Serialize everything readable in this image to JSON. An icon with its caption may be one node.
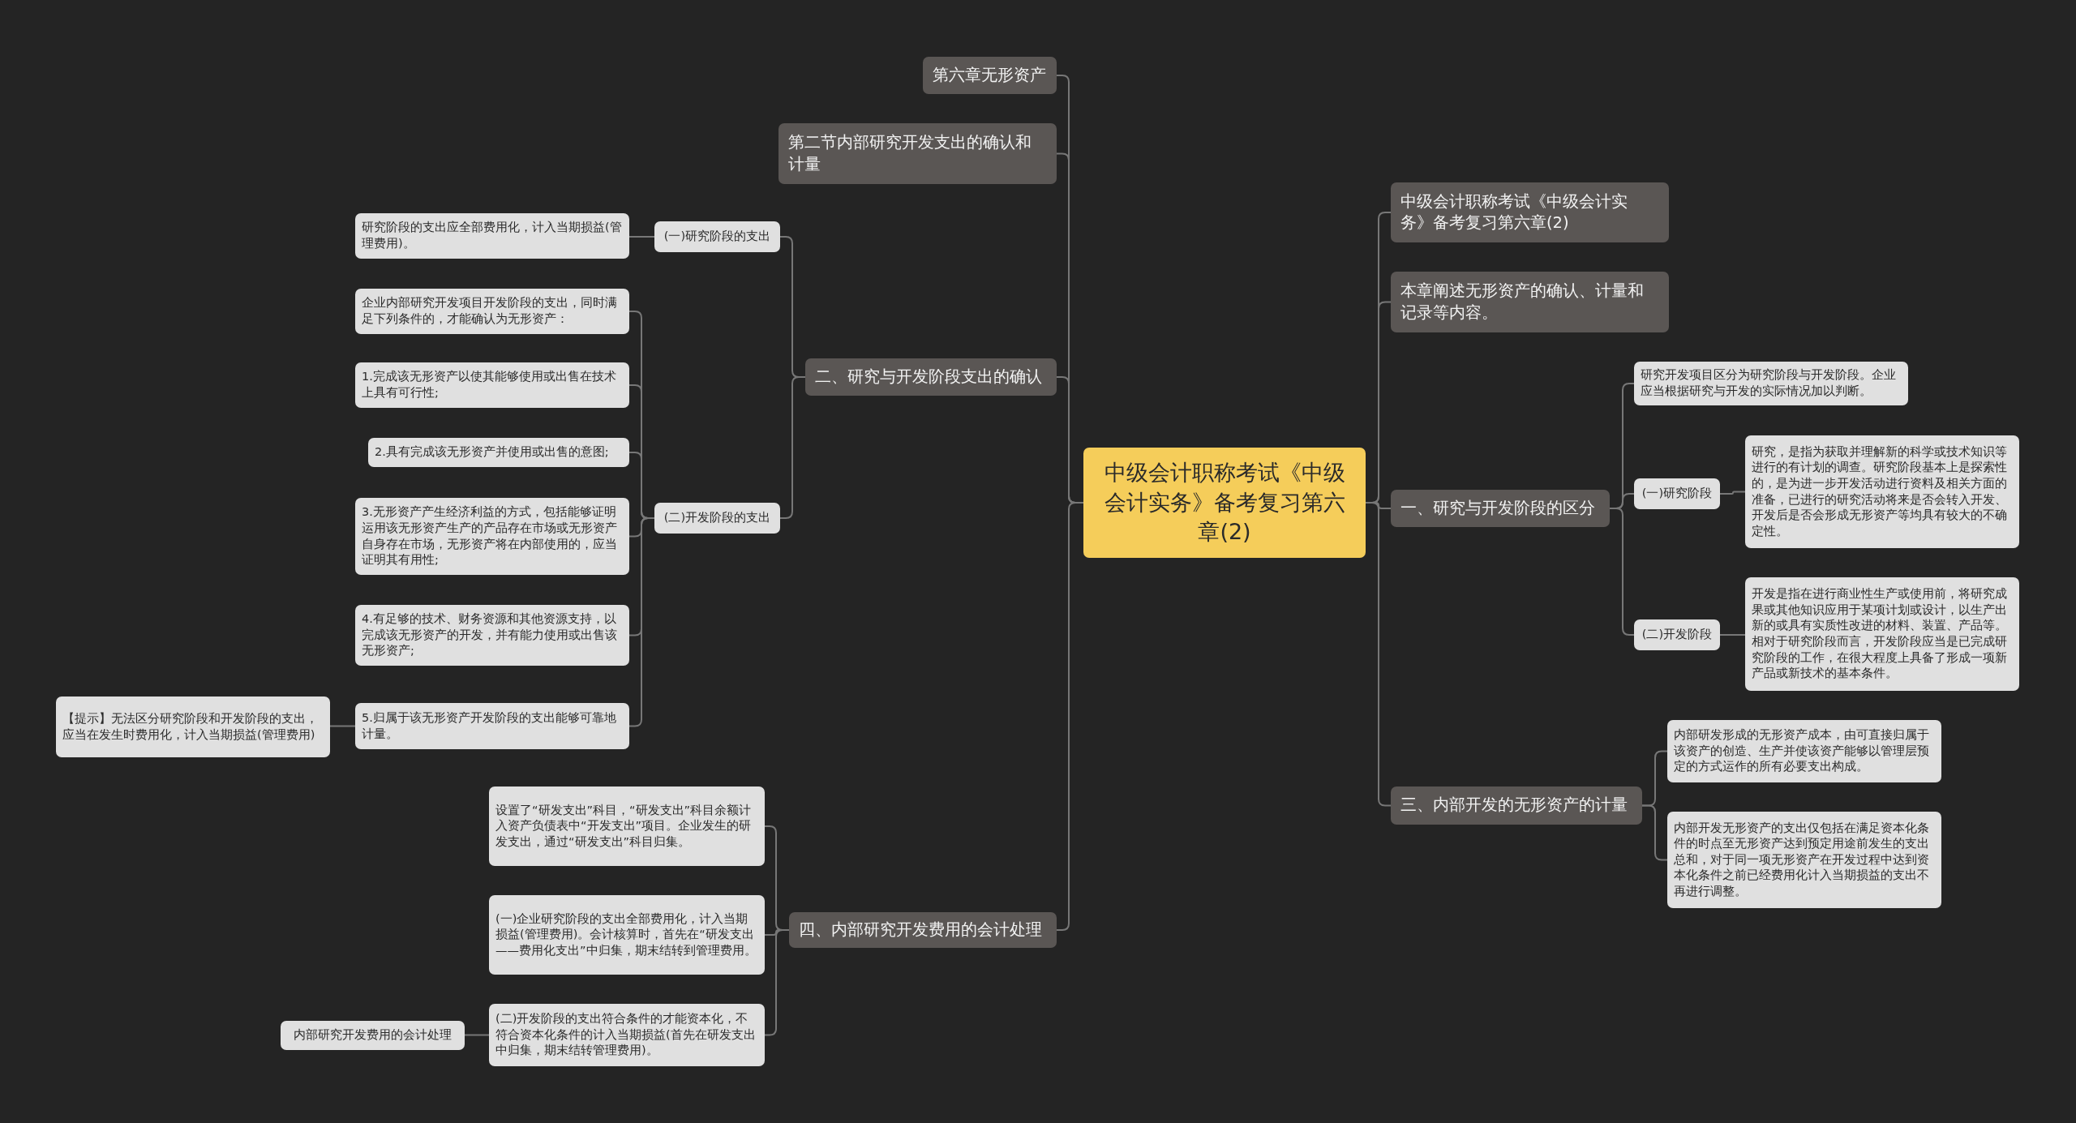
{
  "diagram": {
    "nodes": [
      {
        "text": [
          "中级会计职称考试《中级会计实务》备考复习第六章(2)"
        ]
      },
      {
        "text": [
          "第六章无形资产"
        ]
      },
      {
        "text": [
          "第二节内部研究开发支出的确认和计量"
        ]
      },
      {
        "text": [
          "二、研究与开发阶段支出的确认"
        ]
      },
      {
        "text": [
          "(一)研究阶段的支出"
        ]
      },
      {
        "text": [
          "研究阶段的支出应全部费用化，计入当期损益(管理费用)。"
        ]
      },
      {
        "text": [
          "(二)开发阶段的支出"
        ]
      },
      {
        "text": [
          "企业内部研究开发项目开发阶段的支出，同时满足下列条件的，才能确认为无形资产："
        ]
      },
      {
        "text": [
          "1.完成该无形资产以使其能够使用或出售在技术上具有可行性;"
        ]
      },
      {
        "text": [
          "2.具有完成该无形资产并使用或出售的意图;"
        ]
      },
      {
        "text": [
          "3.无形资产产生经济利益的方式，包括能够证明运用该无形资产生产的产品存在市场或无形资产自身存在市场，无形资产将在内部使用的，应当证明其有用性;"
        ]
      },
      {
        "text": [
          "4.有足够的技术、财务资源和其他资源支持，以完成该无形资产的开发，并有能力使用或出售该无形资产;"
        ]
      },
      {
        "text": [
          "5.归属于该无形资产开发阶段的支出能够可靠地计量。"
        ]
      },
      {
        "text": [
          "【提示】无法区分研究阶段和开发阶段的支出，应当在发生时费用化，计入当期损益(管理费用)"
        ]
      },
      {
        "text": [
          "四、内部研究开发费用的会计处理"
        ]
      },
      {
        "text": [
          "设置了“研发支出”科目，“研发支出”科目余额计入资产负债表中“开发支出”项目。企业发生的研发支出，通过“研发支出”科目归集。"
        ]
      },
      {
        "text": [
          "(一)企业研究阶段的支出全部费用化，计入当期损益(管理费用)。会计核算时，首先在“研发支出——费用化支出”中归集，期末结转到管理费用。"
        ]
      },
      {
        "text": [
          "(二)开发阶段的支出符合条件的才能资本化，不符合资本化条件的计入当期损益(首先在研发支出中归集，期末结转管理费用)。"
        ]
      },
      {
        "text": [
          "内部研究开发费用的会计处理"
        ]
      },
      {
        "text": [
          "中级会计职称考试《中级会计实务》备考复习第六章(2)"
        ]
      },
      {
        "text": [
          "本章阐述无形资产的确认、计量和记录等内容。"
        ]
      },
      {
        "text": [
          "一、研究与开发阶段的区分"
        ]
      },
      {
        "text": [
          "研究开发项目区分为研究阶段与开发阶段。企业应当根据研究与开发的实际情况加以判断。"
        ]
      },
      {
        "text": [
          "(一)研究阶段"
        ]
      },
      {
        "text": [
          "研究，是指为获取并理解新的科学或技术知识等进行的有计划的调查。研究阶段基本上是探索性的，是为进一步开发活动进行资料及相关方面的准备，已进行的研究活动将来是否会转入开发、开发后是否会形成无形资产等均具有较大的不确定性。"
        ]
      },
      {
        "text": [
          "(二)开发阶段"
        ]
      },
      {
        "text": [
          "开发是指在进行商业性生产或使用前，将研究成果或其他知识应用于某项计划或设计，以生产出新的或具有实质性改进的材料、装置、产品等。相对于研究阶段而言，开发阶段应当是已完成研究阶段的工作，在很大程度上具备了形成一项新产品或新技术的基本条件。"
        ]
      },
      {
        "text": [
          "三、内部开发的无形资产的计量"
        ]
      },
      {
        "text": [
          "内部研发形成的无形资产成本，由可直接归属于该资产的创造、生产并使该资产能够以管理层预定的方式运作的所有必要支出构成。"
        ]
      },
      {
        "text": [
          "内部开发无形资产的支出仅包括在满足资本化条件的时点至无形资产达到预定用途前发生的支出总和，对于同一项无形资产在开发过程中达到资本化条件之前已经费用化计入当期损益的支出不再进行调整。"
        ]
      }
    ],
    "edges": [
      {
        "from": 0,
        "to": 1,
        "arrow": "none"
      },
      {
        "from": 0,
        "to": 2,
        "arrow": "none"
      },
      {
        "from": 0,
        "to": 3,
        "arrow": "none"
      },
      {
        "from": 3,
        "to": 4,
        "arrow": "none"
      },
      {
        "from": 4,
        "to": 5,
        "arrow": "none"
      },
      {
        "from": 3,
        "to": 6,
        "arrow": "none"
      },
      {
        "from": 6,
        "to": 7,
        "arrow": "none"
      },
      {
        "from": 6,
        "to": 8,
        "arrow": "none"
      },
      {
        "from": 6,
        "to": 9,
        "arrow": "none"
      },
      {
        "from": 6,
        "to": 10,
        "arrow": "none"
      },
      {
        "from": 6,
        "to": 11,
        "arrow": "none"
      },
      {
        "from": 6,
        "to": 12,
        "arrow": "none"
      },
      {
        "from": 12,
        "to": 13,
        "arrow": "none"
      },
      {
        "from": 0,
        "to": 14,
        "arrow": "none"
      },
      {
        "from": 14,
        "to": 15,
        "arrow": "none"
      },
      {
        "from": 14,
        "to": 16,
        "arrow": "none"
      },
      {
        "from": 14,
        "to": 17,
        "arrow": "none"
      },
      {
        "from": 17,
        "to": 18,
        "arrow": "none"
      },
      {
        "from": 0,
        "to": 19,
        "arrow": "none"
      },
      {
        "from": 0,
        "to": 20,
        "arrow": "none"
      },
      {
        "from": 0,
        "to": 21,
        "arrow": "none"
      },
      {
        "from": 21,
        "to": 22,
        "arrow": "none"
      },
      {
        "from": 21,
        "to": 23,
        "arrow": "none"
      },
      {
        "from": 23,
        "to": 24,
        "arrow": "none"
      },
      {
        "from": 21,
        "to": 25,
        "arrow": "none"
      },
      {
        "from": 25,
        "to": 26,
        "arrow": "none"
      },
      {
        "from": 0,
        "to": 27,
        "arrow": "none"
      },
      {
        "from": 27,
        "to": 28,
        "arrow": "none"
      },
      {
        "from": 27,
        "to": 29,
        "arrow": "none"
      }
    ]
  }
}
